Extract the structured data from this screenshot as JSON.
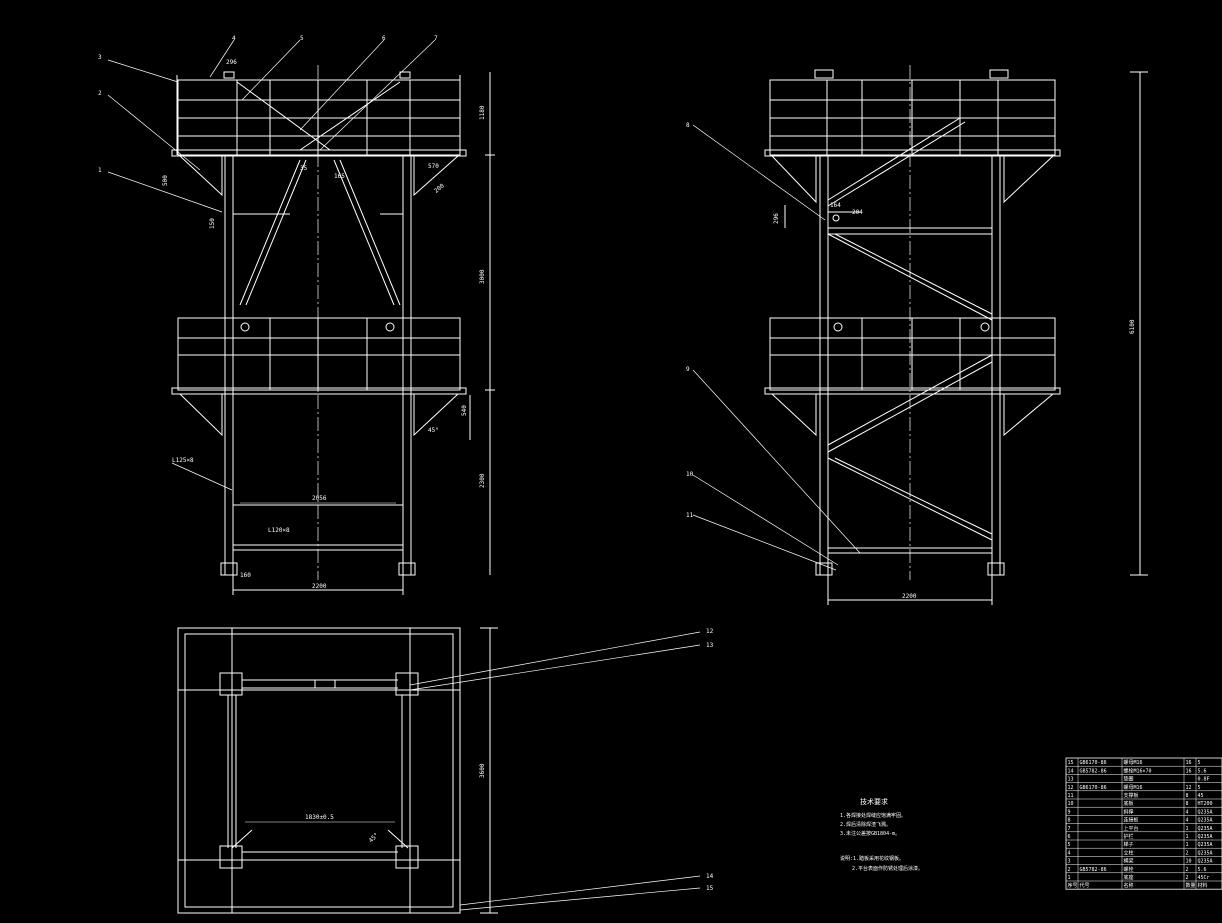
{
  "drawing": {
    "background": "#000000",
    "line_color": "#ffffff",
    "views": [
      {
        "name": "front-elevation"
      },
      {
        "name": "side-elevation"
      },
      {
        "name": "top-plan"
      }
    ]
  },
  "front_view": {
    "dims": {
      "d296": "296",
      "d1180": "1180",
      "d500": "500",
      "d35": "35",
      "d165": "165",
      "d570": "570",
      "d200": "200",
      "d3000": "3000",
      "d540": "540",
      "d2300": "2300",
      "d2056": "2056",
      "d2200": "2200",
      "d150": "150",
      "d160": "160"
    },
    "angle_label": "45°",
    "member_labels": {
      "upper": "L125×8",
      "lower": "L120×8"
    },
    "callouts": [
      "1",
      "2",
      "3",
      "4",
      "5",
      "6",
      "7"
    ]
  },
  "side_view": {
    "dims": {
      "d6100": "6100",
      "d2200": "2200",
      "d296": "296",
      "d164": "164",
      "d204": "204"
    },
    "callouts": [
      "8",
      "9",
      "10",
      "11"
    ]
  },
  "plan_view": {
    "dims": {
      "d1830": "1830±0.5",
      "d3600": "3600",
      "d45": "45°"
    },
    "callouts": [
      "12",
      "13",
      "14",
      "15"
    ]
  },
  "notes": {
    "title": "技术要求",
    "lines": [
      "1.各焊接处焊缝应饱满牢固。",
      "2.焊后清除焊渣飞溅。",
      "3.未注公差按GB1804-m。"
    ],
    "extra": [
      "说明:1.踏板采用花纹钢板。",
      "2.平台表面作防锈处理后涂漆。"
    ]
  },
  "bom": {
    "rows": [
      [
        "15",
        "GB6170-86",
        "螺母M16",
        "16",
        "5"
      ],
      [
        "14",
        "GB5782-86",
        "螺栓M16×70",
        "16",
        "5.6"
      ],
      [
        "13",
        "",
        "垫圈",
        "",
        "0.8F"
      ],
      [
        "12",
        "GB6170-86",
        "螺母M16",
        "12",
        "5"
      ],
      [
        "11",
        "",
        "支撑板",
        "8",
        "45"
      ],
      [
        "10",
        "",
        "底板",
        "8",
        "HT200"
      ],
      [
        "9",
        "",
        "斜撑",
        "4",
        "Q235A"
      ],
      [
        "8",
        "",
        "连接板",
        "4",
        "Q235A"
      ],
      [
        "7",
        "",
        "上平台",
        "1",
        "Q235A"
      ],
      [
        "6",
        "",
        "护栏",
        "1",
        "Q235A"
      ],
      [
        "5",
        "",
        "梯子",
        "1",
        "Q235A"
      ],
      [
        "4",
        "",
        "立柱",
        "2",
        "Q235A"
      ],
      [
        "3",
        "",
        "横梁",
        "10",
        "Q235A"
      ],
      [
        "2",
        "GB5782-86",
        "螺栓",
        "2",
        "5.6"
      ],
      [
        "1",
        "",
        "底座",
        "2",
        "45Cr"
      ]
    ],
    "header": [
      "序号",
      "代号",
      "名称",
      "数量",
      "材料"
    ]
  }
}
